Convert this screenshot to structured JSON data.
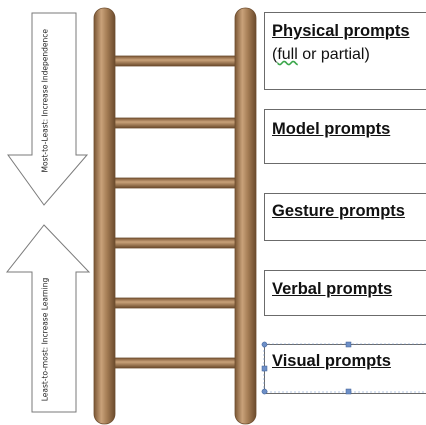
{
  "arrows": {
    "down_label": "Most-to-Least:  Increase Independence",
    "up_label": "Least-to-most:  Increase Learning"
  },
  "boxes": [
    {
      "title": "Physical prompts",
      "subtitle_prefix": "(",
      "subtitle_word": "full",
      "subtitle_suffix": " or partial)"
    },
    {
      "title": "Model prompts"
    },
    {
      "title": "Gesture prompts"
    },
    {
      "title": "Verbal prompts"
    },
    {
      "title": "Visual prompts"
    }
  ],
  "colors": {
    "ladder_wood": "#9b7653",
    "ladder_outline": "#6e4e30",
    "selection_handle": "#6d8fc7"
  }
}
